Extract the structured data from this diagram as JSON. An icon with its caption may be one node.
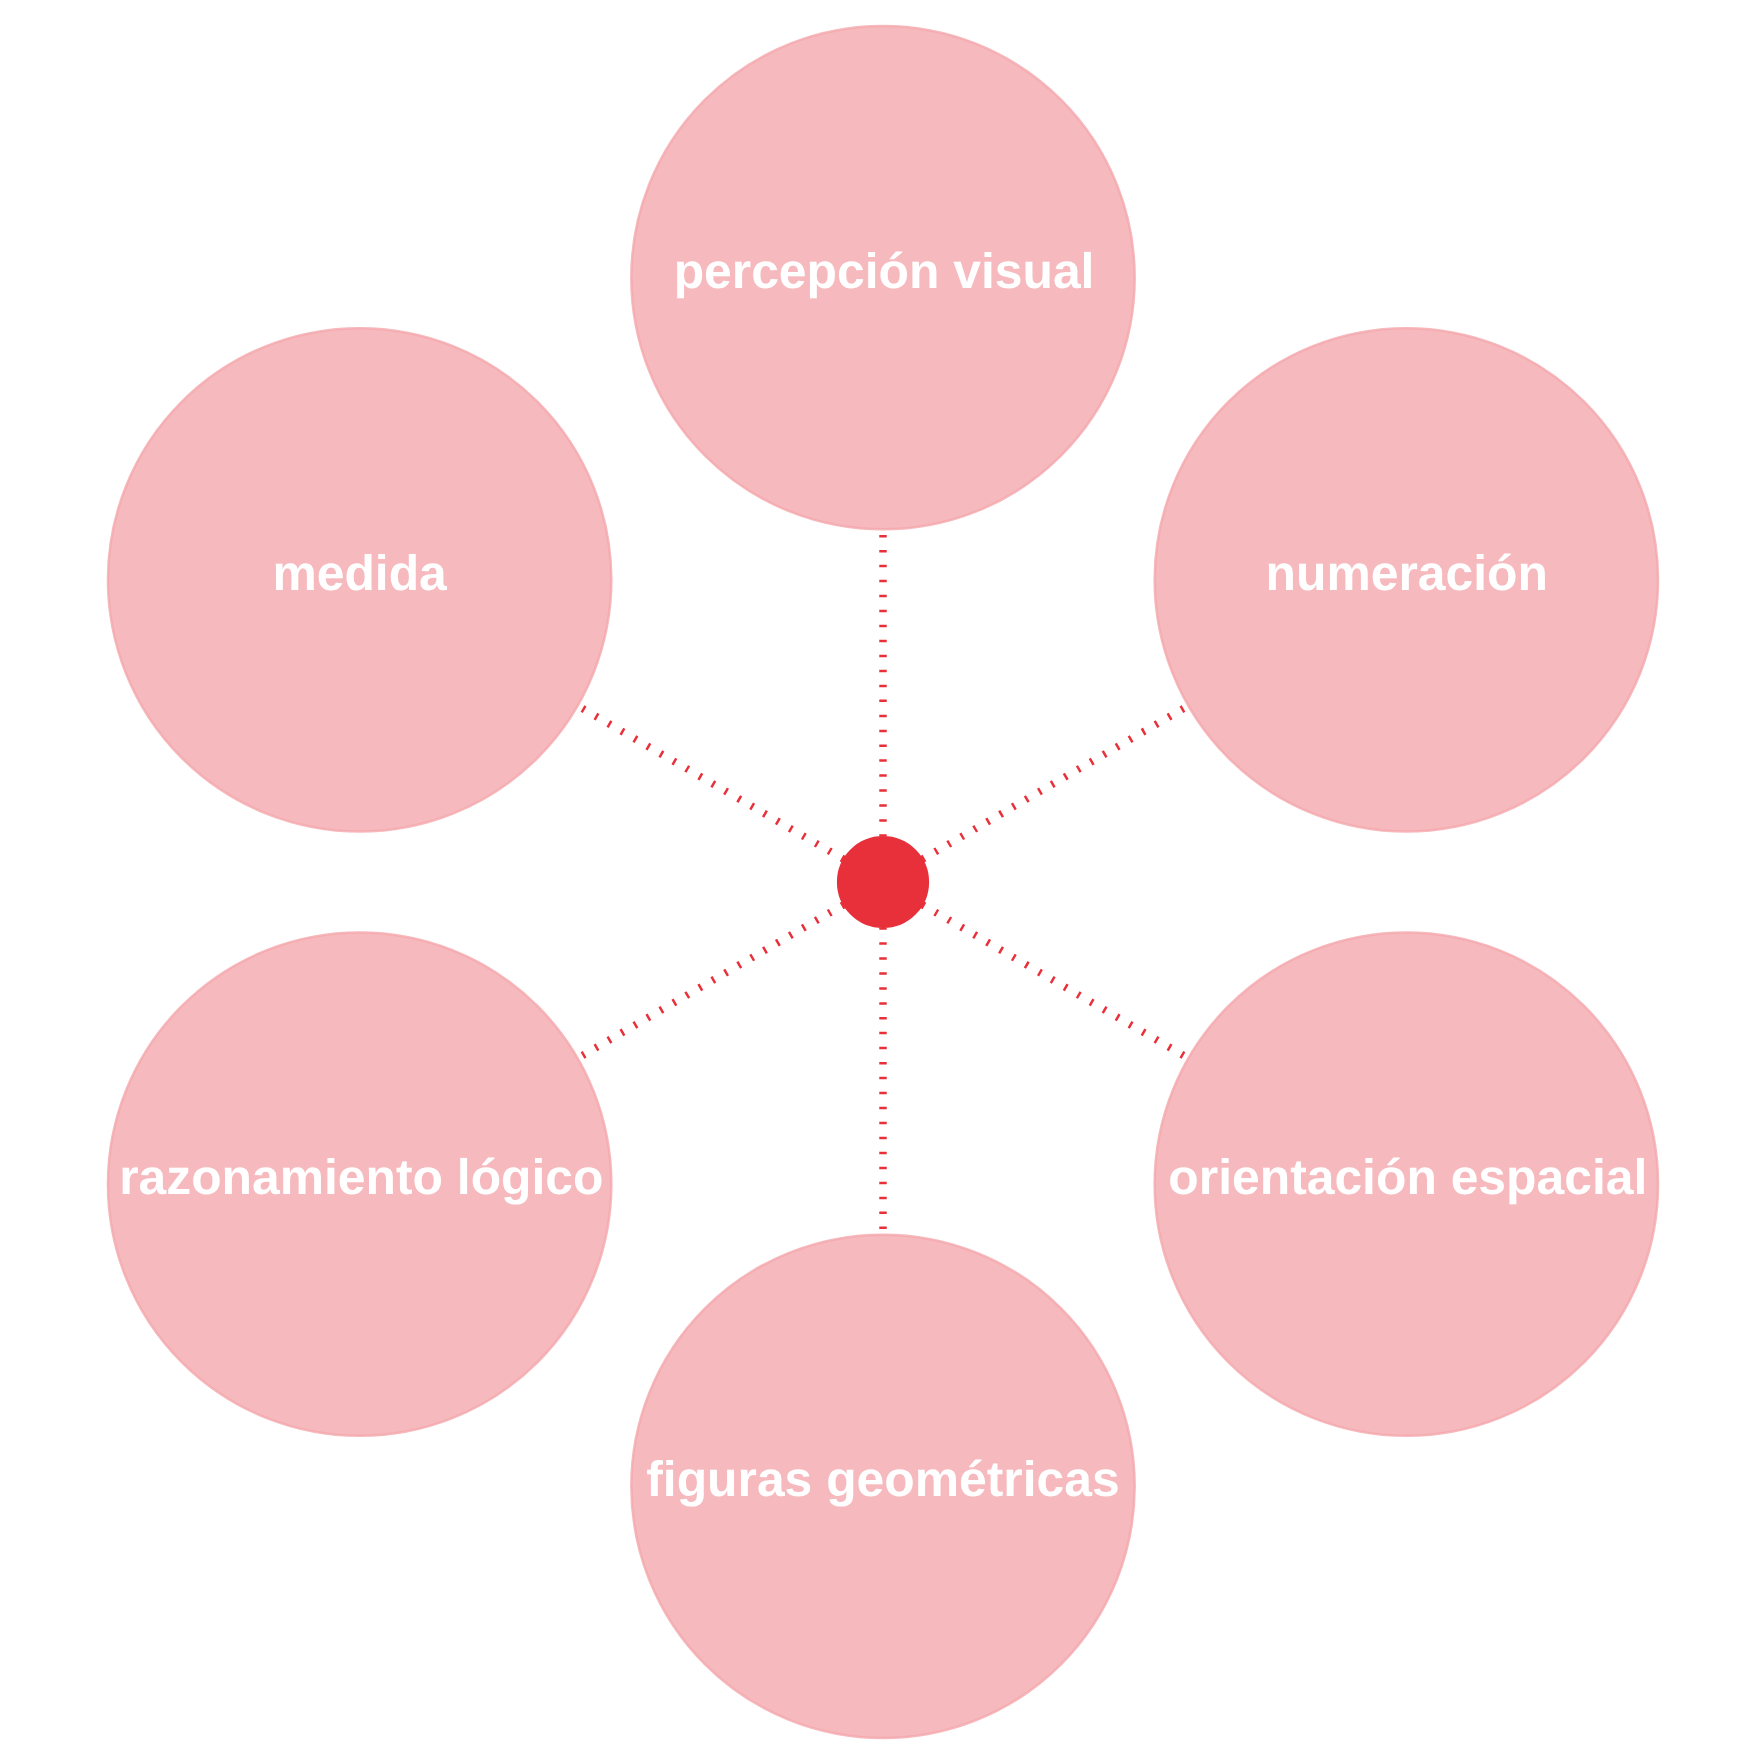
{
  "diagram": {
    "nodes": [
      {
        "text": [
          "numeración"
        ]
      },
      {
        "text": [
          "percepción visual"
        ]
      },
      {
        "text": [
          "medida"
        ]
      },
      {
        "text": [
          "razonamiento lógico"
        ]
      },
      {
        "text": [
          "figuras geométricas"
        ]
      },
      {
        "text": [
          "orientación espacial"
        ]
      },
      {
        "text": [],
        "shape": "circle"
      }
    ],
    "edges": [
      {
        "from": 6,
        "to": 0,
        "arrow": "none",
        "style": "dashed"
      },
      {
        "from": 6,
        "to": 2,
        "arrow": "none",
        "style": "dashed"
      },
      {
        "from": 6,
        "to": 4,
        "arrow": "none",
        "style": "dashed"
      },
      {
        "from": 6,
        "to": 5,
        "arrow": "none",
        "style": "dashed"
      },
      {
        "from": 6,
        "to": 3,
        "arrow": "none",
        "style": "dashed"
      },
      {
        "from": 6,
        "to": 1,
        "arrow": "none",
        "style": "dashed"
      }
    ]
  }
}
